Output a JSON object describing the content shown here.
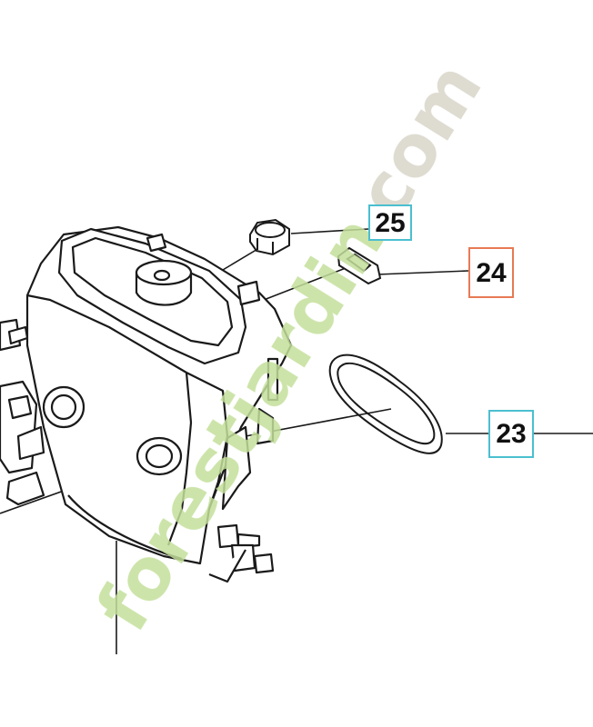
{
  "callouts": {
    "c25": "25",
    "c24": "24",
    "c23": "23"
  },
  "watermark": {
    "text": "forestjardin.com",
    "colors": {
      "primary": "#c3df9a",
      "secondary": "#d8d5c8",
      "accent": "#f3a54a"
    }
  },
  "colors": {
    "callout_border_blue": "#4bbfd0",
    "callout_border_orange": "#e77a55",
    "line": "#1a1a1a"
  }
}
